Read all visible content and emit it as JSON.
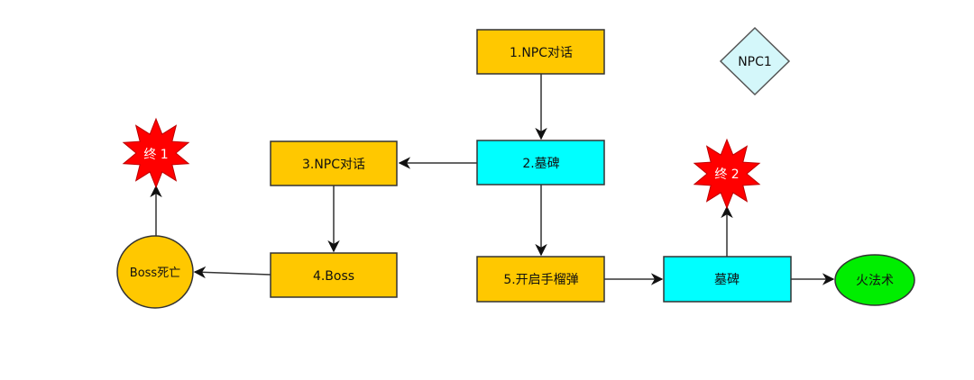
{
  "nodes": {
    "n1": {
      "label": "1.NPC对话"
    },
    "n2": {
      "label": "2.墓碑"
    },
    "n3": {
      "label": "3.NPC对话"
    },
    "n4": {
      "label": "4.Boss"
    },
    "n5": {
      "label": "5.开启手榴弹"
    },
    "tomb": {
      "label": "墓碑"
    },
    "fire": {
      "label": "火法术"
    },
    "boss_dead": {
      "label": "Boss死亡"
    },
    "end1": {
      "label": "终 1"
    },
    "end2": {
      "label": "终 2"
    },
    "npc1": {
      "label": "NPC1"
    }
  },
  "colors": {
    "orange": "#FFC800",
    "cyan": "#00FFFF",
    "green": "#00EE00",
    "red": "#FF0000",
    "light_cyan": "#D4F7FA"
  }
}
